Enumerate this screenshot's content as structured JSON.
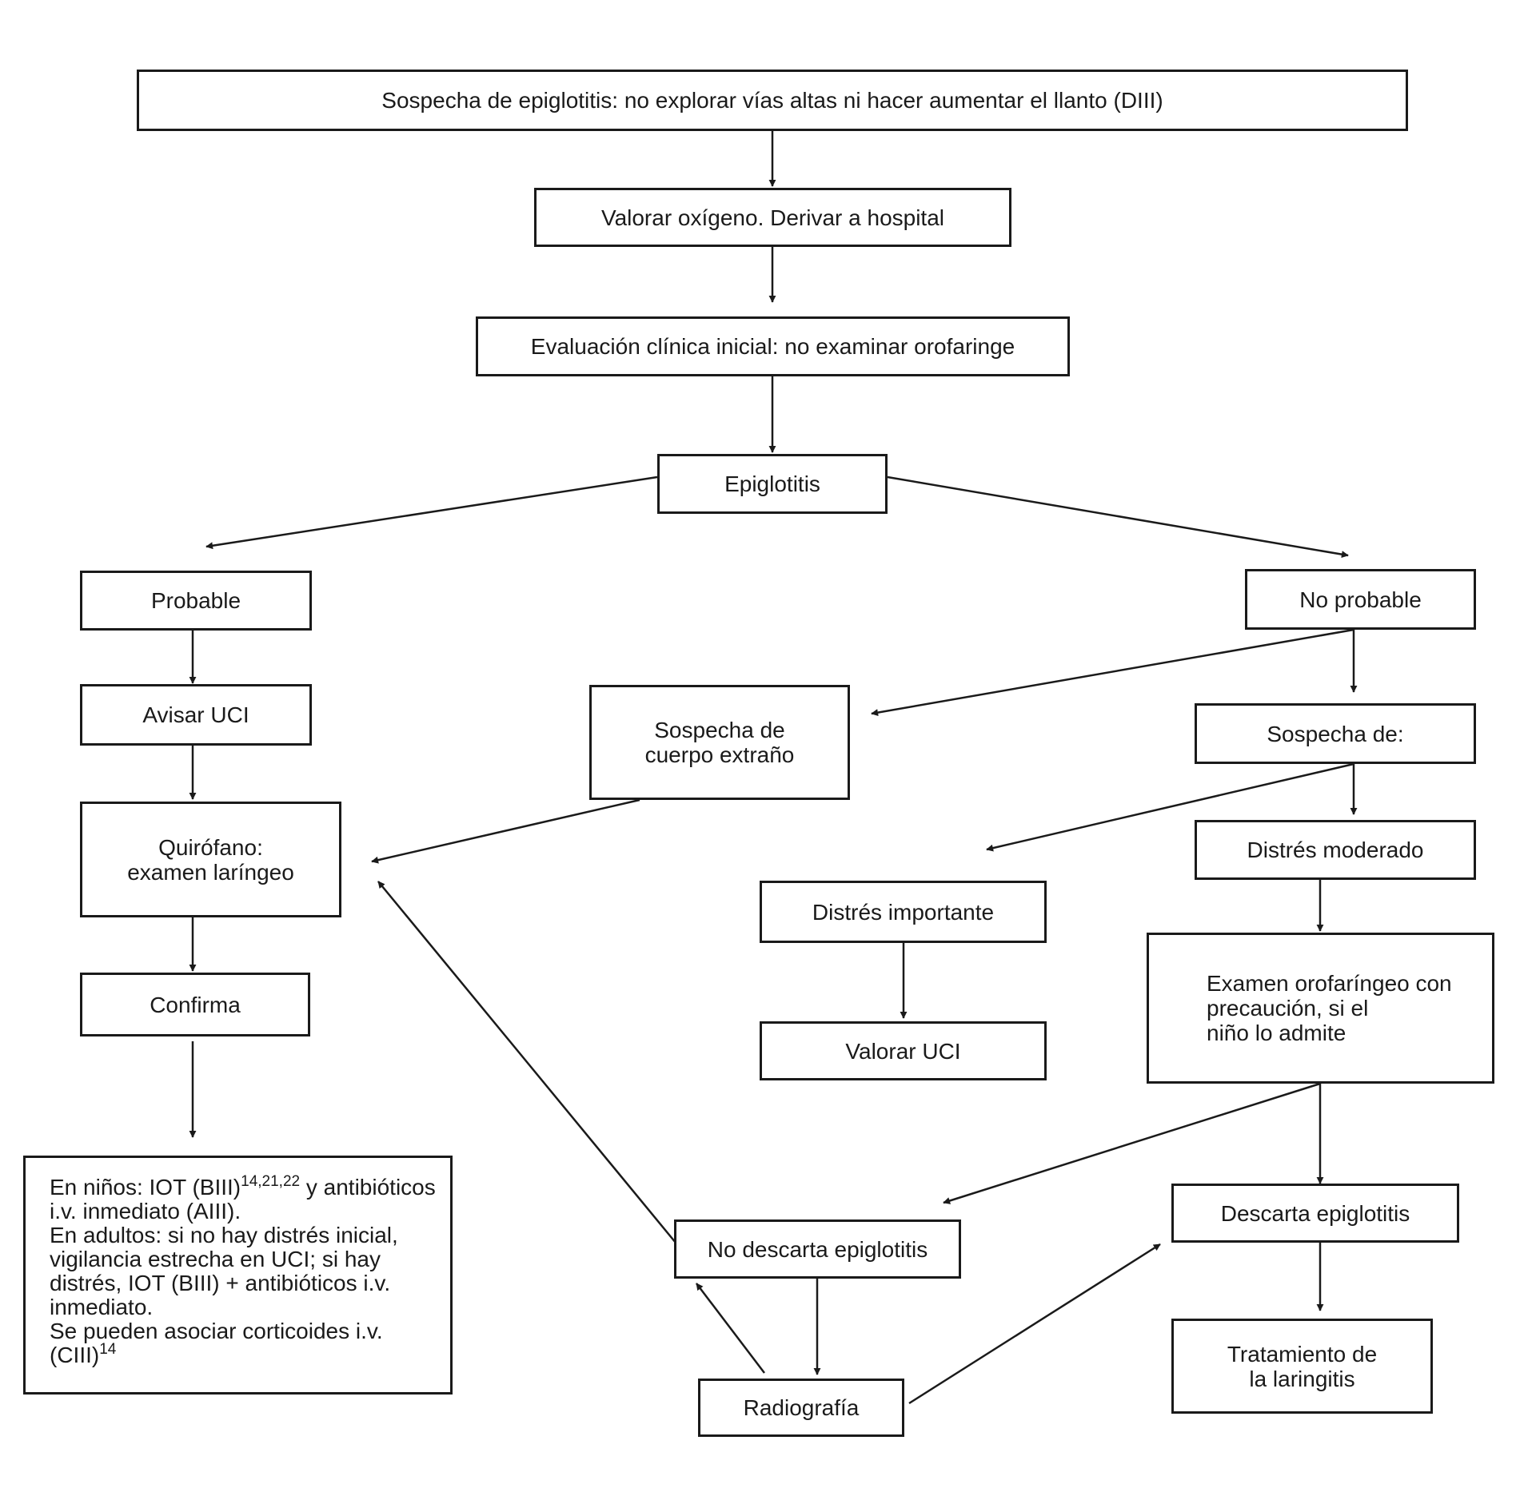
{
  "nodes": {
    "sospecha": "Sospecha de epiglotitis: no explorar vías altas ni hacer aumentar el llanto (DIII)",
    "valorar_oxigeno": "Valorar oxígeno. Derivar a hospital",
    "evaluacion": "Evaluación clínica inicial: no examinar orofaringe",
    "epiglotitis": "Epiglotitis",
    "probable": "Probable",
    "no_probable": "No probable",
    "avisar_uci": "Avisar UCI",
    "cuerpo_extrano_1": "Sospecha de",
    "cuerpo_extrano_2": "cuerpo extraño",
    "sospecha_de": "Sospecha de:",
    "quirofano_1": "Quirófano:",
    "quirofano_2": "examen laríngeo",
    "distres_moderado": "Distrés moderado",
    "distres_importante": "Distrés importante",
    "examen_1": "Examen orofaríngeo con",
    "examen_2": "precaución, si el",
    "examen_3": "niño lo admite",
    "confirma": "Confirma",
    "valorar_uci": "Valorar UCI",
    "descarta": "Descarta epiglotitis",
    "no_descarta": "No descarta epiglotitis",
    "radiografia": "Radiografía",
    "tratamiento_1": "Tratamiento de",
    "tratamiento_2": "la laringitis"
  },
  "note": {
    "l1a": "En niños: IOT (BIII)",
    "l1sup": "14,21,22",
    "l1b": " y antibióticos",
    "l2": "i.v. inmediato (AIII).",
    "l3": "En adultos: si no hay distrés inicial,",
    "l4": "vigilancia estrecha en UCI; si hay",
    "l5": "distrés, IOT (BIII) + antibióticos i.v.",
    "l6": "inmediato.",
    "l7": "Se pueden asociar corticoides i.v.",
    "l8a": "(CIII)",
    "l8sup": "14"
  },
  "colors": {
    "stroke": "#1a1a1a",
    "background": "#ffffff"
  }
}
